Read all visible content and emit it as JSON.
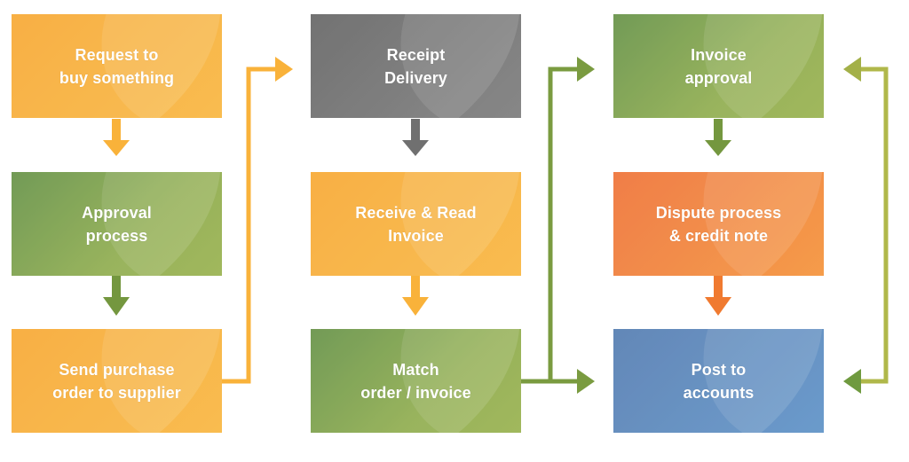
{
  "boxes": {
    "request": "Request to\nbuy something",
    "approval": "Approval\nprocess",
    "send_po": "Send purchase\norder to supplier",
    "receipt": "Receipt\nDelivery",
    "receive_invoice": "Receive & Read\nInvoice",
    "match": "Match\norder / invoice",
    "invoice_approval": "Invoice\napproval",
    "dispute": "Dispute process\n& credit note",
    "post": "Post to\naccounts"
  },
  "colors": {
    "orange": "#f8ab33",
    "green": "#79a044",
    "gray": "#6e6e6e",
    "red": "#f07a30",
    "blue": "#5283bd",
    "connector_orange": "#f9b23a",
    "connector_green": "#74973f",
    "connector_gray": "#707070",
    "connector_lime": "#b0b84a"
  }
}
